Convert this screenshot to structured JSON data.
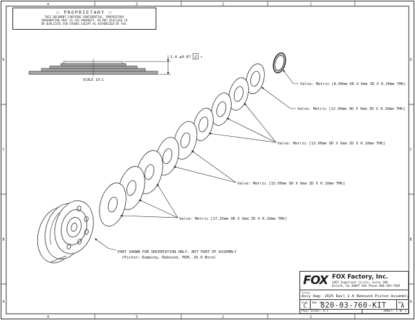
{
  "sheet": {
    "zones_top": [
      "4",
      "3",
      "2",
      "1"
    ],
    "zones_bottom": [
      "4",
      "3",
      "2",
      "1"
    ],
    "zones_left": [
      "D",
      "C",
      "B",
      "A"
    ],
    "zones_right": [
      "D",
      "C",
      "B",
      "A"
    ]
  },
  "proprietary": {
    "heading": "☐ PROPRIETARY ☐",
    "line1": "THIS DOCUMENT CONTAINS CONFIDENTIAL, PROPRIETARY",
    "line2": "INFORMATION THAT IS FOX PROPERTY. DO NOT DISCLOSE TO",
    "line3": "OR DUPLICATE FOR OTHERS EXCEPT AS AUTHORIZED BY FOX."
  },
  "detail_view": {
    "scale_label": "SCALE 10:1",
    "dimension": "1.4 ±0.07",
    "dimension_flag": "2",
    "dimension_suffix": "*"
  },
  "callouts": [
    {
      "text": "Valve: Metric [8.00mm OD X 6mm ID X 0.30mm THK]"
    },
    {
      "text": "Valve: Metric [12.00mm OD X 6mm ID X 0.10mm THK]"
    },
    {
      "text": "Valve: Metric [13.00mm OD X 6mm ID X 0.10mm THK]"
    },
    {
      "text": "Valve: Metric [15.00mm OD X 6mm ID X 0.10mm THK]"
    },
    {
      "text": "Valve: Metric [17.25mm OD X 6mm ID X 0.10mm THK]"
    }
  ],
  "note": {
    "line1": "PART SHOWN FOR ORIENTATION ONLY, NOT PART OF ASSEMBLY",
    "line2": "(Piston: Damping, Rebound, MIM, 26.0 Bore)"
  },
  "title_block": {
    "logo_text": "FOX",
    "company": "FOX Factory, Inc.",
    "address1": "2055 Sugarloaf Circle, Suite 300",
    "address2": "Duluth, Ga 30097 USA Phone 800-369-7469",
    "title_label": "TITLE:",
    "title": "Assy Dwg: 2025 Rail 2.0 Rebound Piston Assembly",
    "size_label": "SIZE",
    "size": "C",
    "dwg_no_label": "DWG. NO.",
    "dwg_no": "820-03-760-KIT",
    "rev_label": "REV",
    "rev": "A",
    "plot_scale": "PLOT SCALE: 4:1",
    "sheet": "SHEET: 1 OF 1"
  }
}
